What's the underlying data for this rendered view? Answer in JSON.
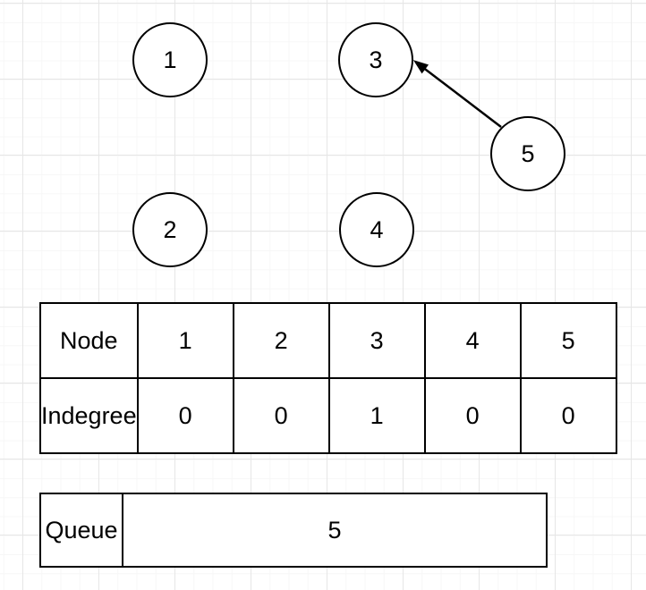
{
  "canvas": {
    "background_color": "#ffffff",
    "grid_major_color": "#e6e6e6",
    "grid_minor_color": "#f7f7f7",
    "stroke_color": "#000000",
    "text_color": "#000000"
  },
  "graph": {
    "nodes": [
      {
        "id": "1",
        "label": "1"
      },
      {
        "id": "2",
        "label": "2"
      },
      {
        "id": "3",
        "label": "3"
      },
      {
        "id": "4",
        "label": "4"
      },
      {
        "id": "5",
        "label": "5"
      }
    ],
    "edges": [
      {
        "from": "5",
        "to": "3",
        "style": "directed-arrow"
      }
    ]
  },
  "indegree_table": {
    "rows": [
      [
        "Node",
        "1",
        "2",
        "3",
        "4",
        "5"
      ],
      [
        "Indegree",
        "0",
        "0",
        "1",
        "0",
        "0"
      ]
    ]
  },
  "queue_table": {
    "rows": [
      [
        "Queue",
        "5"
      ]
    ]
  }
}
